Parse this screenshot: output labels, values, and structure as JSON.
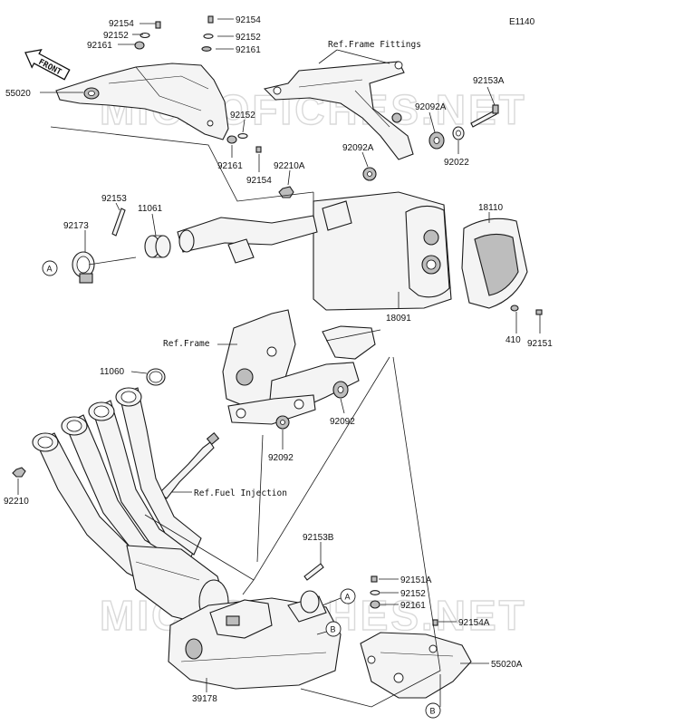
{
  "diagram_code": "E1140",
  "front_label": "FRONT",
  "watermark": "MICROFICHES.NET",
  "ref_labels": {
    "frame_fittings": "Ref.Frame Fittings",
    "frame": "Ref.Frame",
    "fuel_injection": "Ref.Fuel Injection"
  },
  "callouts": {
    "a": "A",
    "b": "B"
  },
  "parts": {
    "p92154_top": "92154",
    "p92152_top": "92152",
    "p92161_top": "92161",
    "p92154_top2": "92154",
    "p92152_top2": "92152",
    "p92161_top2": "92161",
    "p55020": "55020",
    "p92152_mid": "92152",
    "p92161_mid": "92161",
    "p92154_mid": "92154",
    "p92210A": "92210A",
    "p92153A": "92153A",
    "p92092A_1": "92092A",
    "p92092A_2": "92092A",
    "p92022": "92022",
    "p92153": "92153",
    "p11061": "11061",
    "p92173": "92173",
    "p18110": "18110",
    "p18091": "18091",
    "p410": "410",
    "p92151": "92151",
    "p11060": "11060",
    "p92092_1": "92092",
    "p92092_2": "92092",
    "p92210": "92210",
    "p92153B": "92153B",
    "p92151A": "92151A",
    "p92152_low": "92152",
    "p92161_low": "92161",
    "p92154A": "92154A",
    "p55020A": "55020A",
    "p39178": "39178"
  }
}
